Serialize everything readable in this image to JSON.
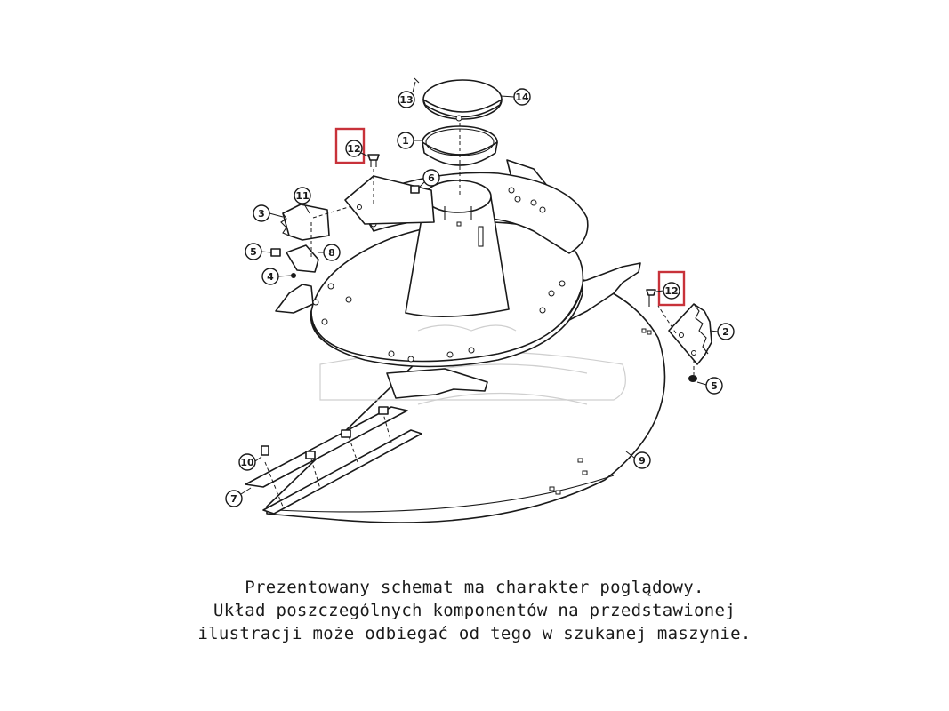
{
  "diagram": {
    "callouts": {
      "c1": "1",
      "c2": "2",
      "c3": "3",
      "c4": "4",
      "c5a": "5",
      "c5b": "5",
      "c6": "6",
      "c7": "7",
      "c8": "8",
      "c9": "9",
      "c10": "10",
      "c11": "11",
      "c12a": "12",
      "c12b": "12",
      "c13": "13",
      "c14": "14"
    },
    "highlighted_part": "12",
    "highlight_color": "#c8323a",
    "line_color": "#1a1a1a"
  },
  "caption": {
    "line1": "Prezentowany schemat ma charakter poglądowy.",
    "line2": "Układ poszczególnych komponentów na przedstawionej",
    "line3": "ilustracji może odbiegać od tego w szukanej maszynie."
  }
}
